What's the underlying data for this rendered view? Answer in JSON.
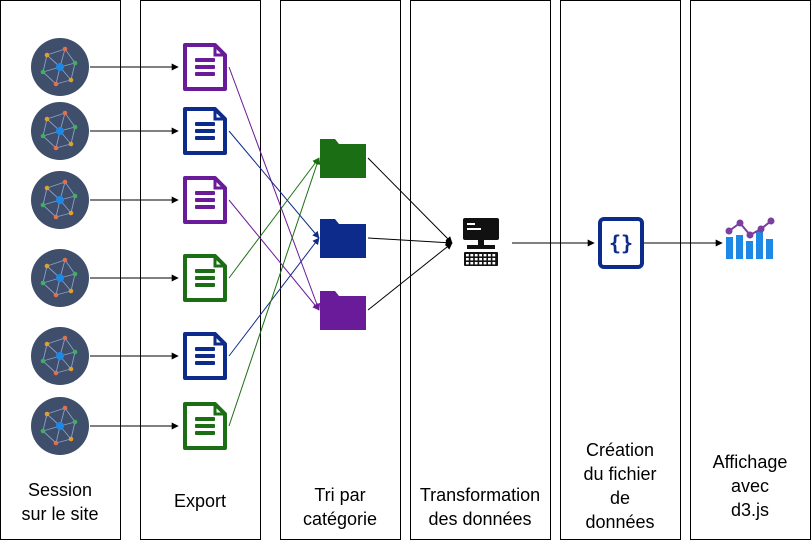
{
  "columns": [
    {
      "id": "session",
      "label": [
        "Session",
        "sur le site"
      ]
    },
    {
      "id": "export",
      "label": [
        "Export"
      ]
    },
    {
      "id": "tri",
      "label": [
        "Tri par",
        "catégorie"
      ]
    },
    {
      "id": "transformation",
      "label": [
        "Transformation",
        "des données"
      ]
    },
    {
      "id": "creation",
      "label": [
        "Création",
        "du fichier",
        "de",
        "données"
      ]
    },
    {
      "id": "affichage",
      "label": [
        "Affichage",
        "avec",
        "d3.js"
      ]
    }
  ],
  "colors": {
    "purple": "#6a1b9a",
    "blue": "#0d2b8a",
    "green": "#1b6e14",
    "node_bg": "#3e4e6b",
    "node_accent": "#1e88e5",
    "chart_bar": "#1e88e5",
    "chart_line": "#7b3fa0"
  },
  "sessions": [
    {
      "icon": "network-node-icon"
    },
    {
      "icon": "network-node-icon"
    },
    {
      "icon": "network-node-icon"
    },
    {
      "icon": "network-node-icon"
    },
    {
      "icon": "network-node-icon"
    },
    {
      "icon": "network-node-icon"
    }
  ],
  "exports": [
    {
      "icon": "document-icon",
      "category": "purple"
    },
    {
      "icon": "document-icon",
      "category": "blue"
    },
    {
      "icon": "document-icon",
      "category": "purple"
    },
    {
      "icon": "document-icon",
      "category": "green"
    },
    {
      "icon": "document-icon",
      "category": "blue"
    },
    {
      "icon": "document-icon",
      "category": "green"
    }
  ],
  "folders": [
    {
      "icon": "folder-icon",
      "category": "green"
    },
    {
      "icon": "folder-icon",
      "category": "blue"
    },
    {
      "icon": "folder-icon",
      "category": "purple"
    }
  ],
  "transform_icon": "computer-terminal-icon",
  "json_icon": "json-file-icon",
  "chart_icon": "chart-icon"
}
